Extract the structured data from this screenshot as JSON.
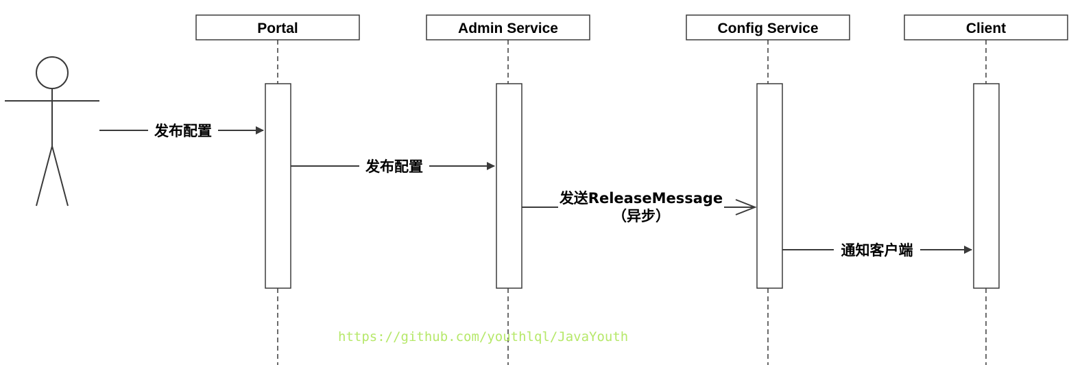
{
  "participants": [
    {
      "id": "portal",
      "label": "Portal"
    },
    {
      "id": "admin",
      "label": "Admin Service"
    },
    {
      "id": "config",
      "label": "Config Service"
    },
    {
      "id": "client",
      "label": "Client"
    }
  ],
  "messages": [
    {
      "from": "actor",
      "to": "portal",
      "label": "发布配置",
      "style": "sync"
    },
    {
      "from": "portal",
      "to": "admin",
      "label": "发布配置",
      "style": "sync"
    },
    {
      "from": "admin",
      "to": "config",
      "label": "发送ReleaseMessage",
      "label2": "（异步）",
      "style": "async"
    },
    {
      "from": "config",
      "to": "client",
      "label": "通知客户端",
      "style": "sync"
    }
  ],
  "watermark": "https://github.com/youthlql/JavaYouth",
  "colors": {
    "line": "#3a3a3a",
    "watermark": "#b6e86a"
  }
}
